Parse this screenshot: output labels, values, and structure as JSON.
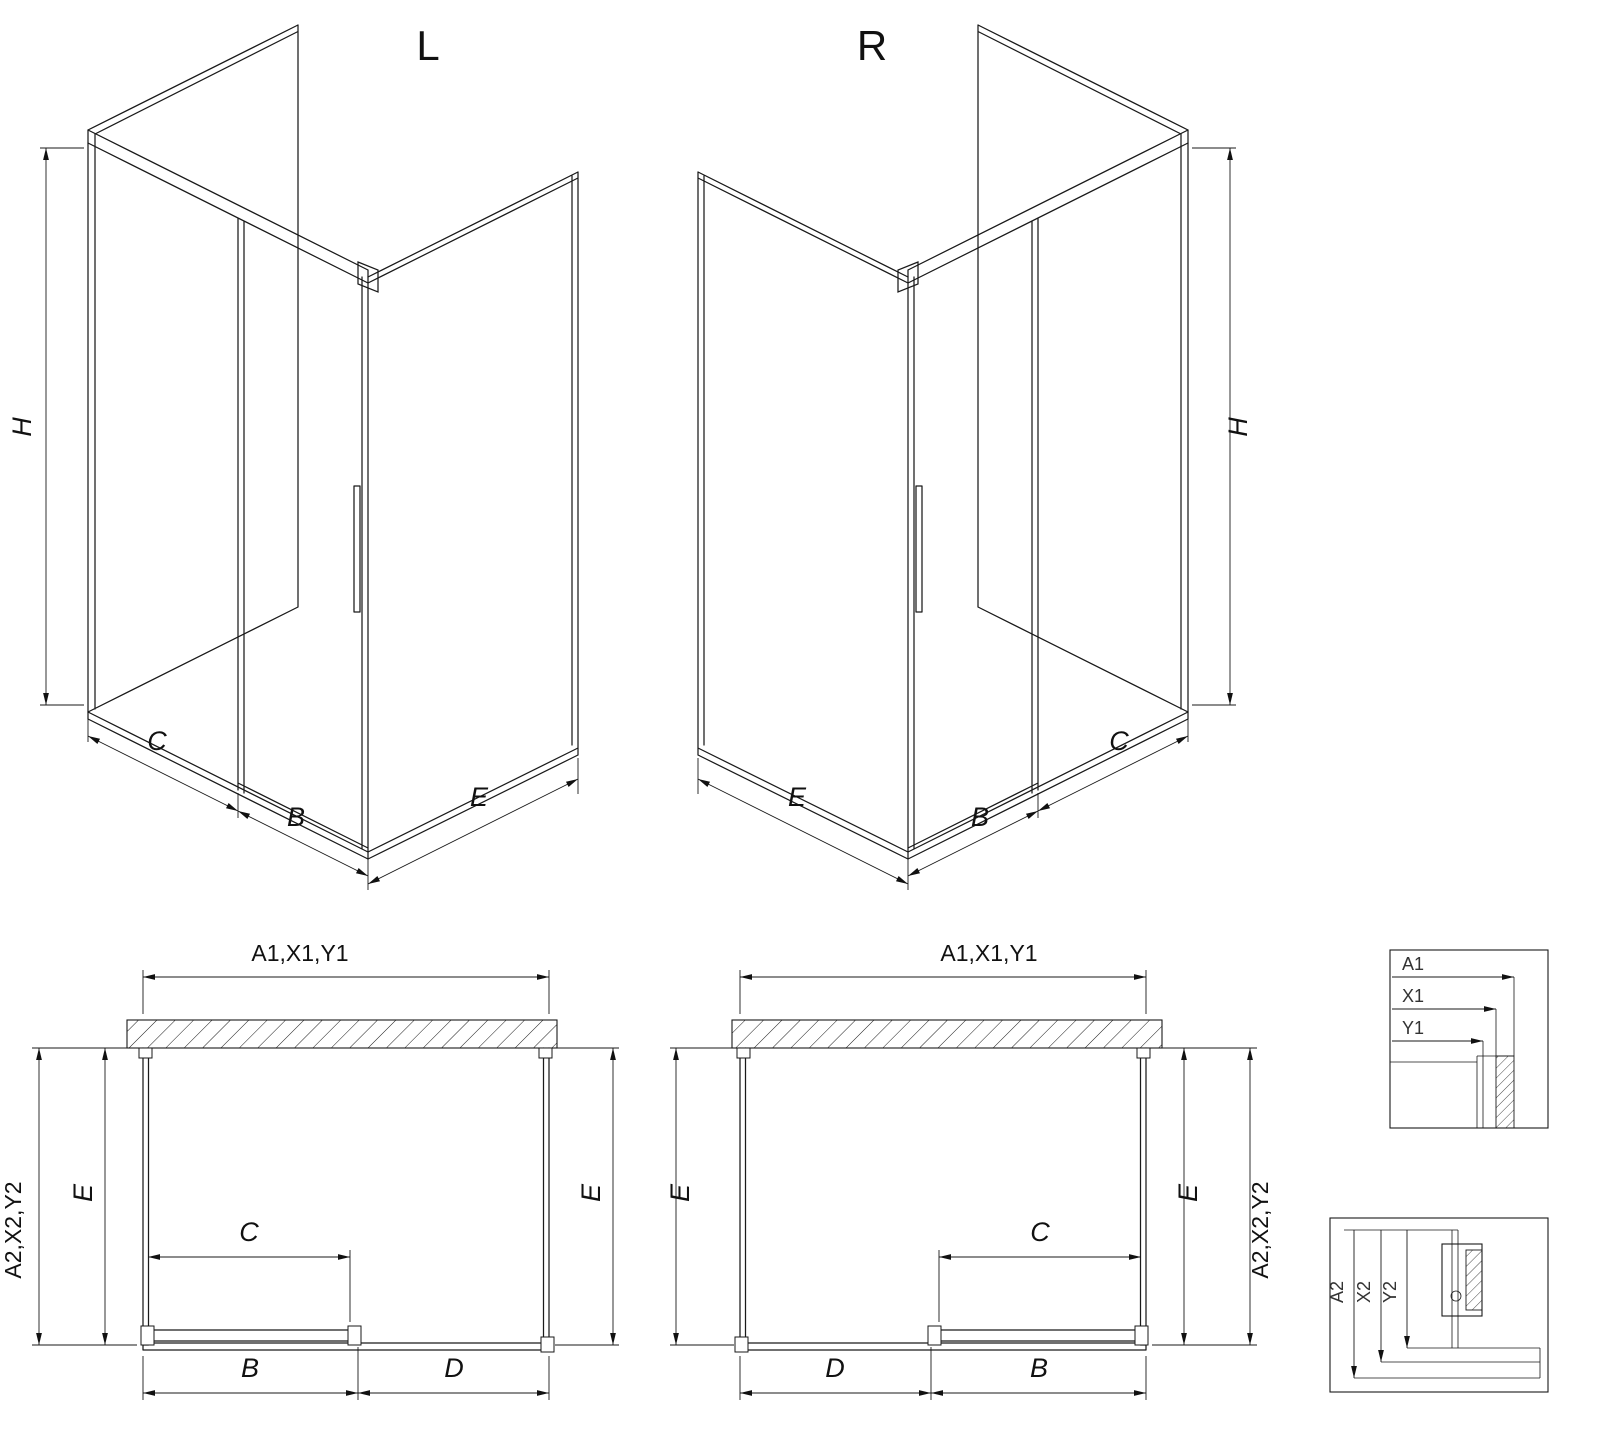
{
  "drawing": {
    "iso_left": {
      "label": "L",
      "dim_h": "H",
      "dim_c": "C",
      "dim_b": "B",
      "dim_e": "E"
    },
    "iso_right": {
      "label": "R",
      "dim_h": "H",
      "dim_c": "C",
      "dim_b": "B",
      "dim_e": "E"
    },
    "plan_left": {
      "dim_width": "A1,X1,Y1",
      "dim_depth": "A2,X2,Y2",
      "dim_e_left": "E",
      "dim_e_right": "E",
      "dim_c": "C",
      "dim_b": "B",
      "dim_d": "D"
    },
    "plan_right": {
      "dim_width": "A1,X1,Y1",
      "dim_depth": "A2,X2,Y2",
      "dim_e_left": "E",
      "dim_e_right": "E",
      "dim_c": "C",
      "dim_b": "B",
      "dim_d": "D"
    },
    "detail_top": {
      "dim_1": "A1",
      "dim_2": "X1",
      "dim_3": "Y1"
    },
    "detail_bottom": {
      "dim_1": "A2",
      "dim_2": "X2",
      "dim_3": "Y2"
    }
  }
}
